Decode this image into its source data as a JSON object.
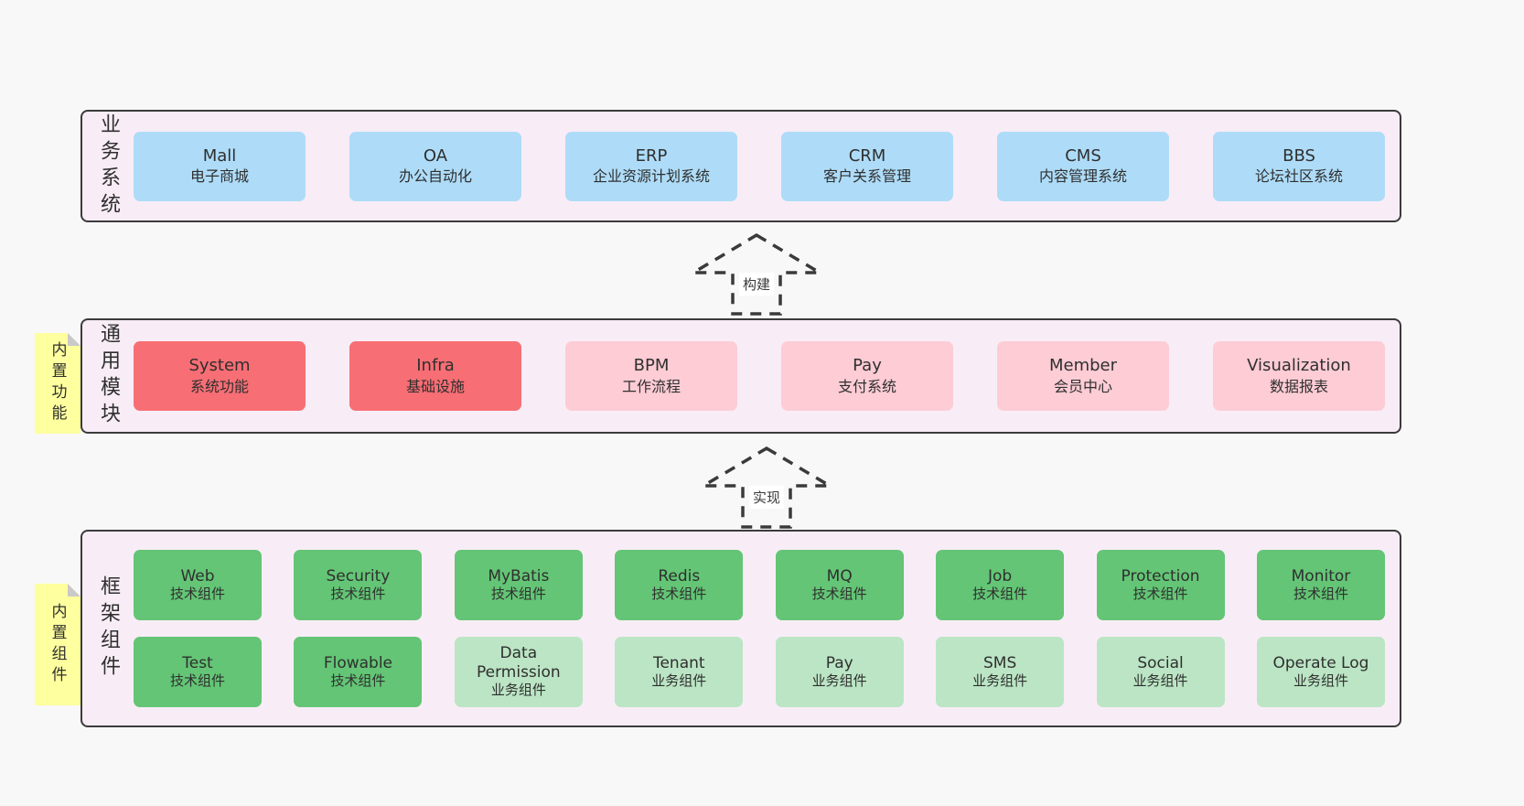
{
  "layers": {
    "business": {
      "side_label": "业务系统",
      "boxes": [
        {
          "title": "Mall",
          "subtitle": "电子商城"
        },
        {
          "title": "OA",
          "subtitle": "办公自动化"
        },
        {
          "title": "ERP",
          "subtitle": "企业资源计划系统"
        },
        {
          "title": "CRM",
          "subtitle": "客户关系管理"
        },
        {
          "title": "CMS",
          "subtitle": "内容管理系统"
        },
        {
          "title": "BBS",
          "subtitle": "论坛社区系统"
        }
      ]
    },
    "modules": {
      "side_label": "通用模块",
      "sticky_label": "内置功能",
      "boxes": [
        {
          "title": "System",
          "subtitle": "系统功能"
        },
        {
          "title": "Infra",
          "subtitle": "基础设施"
        },
        {
          "title": "BPM",
          "subtitle": "工作流程"
        },
        {
          "title": "Pay",
          "subtitle": "支付系统"
        },
        {
          "title": "Member",
          "subtitle": "会员中心"
        },
        {
          "title": "Visualization",
          "subtitle": "数据报表"
        }
      ]
    },
    "framework": {
      "side_label": "框架组件",
      "sticky_label": "内置组件",
      "row1": [
        {
          "title": "Web",
          "subtitle": "技术组件"
        },
        {
          "title": "Security",
          "subtitle": "技术组件"
        },
        {
          "title": "MyBatis",
          "subtitle": "技术组件"
        },
        {
          "title": "Redis",
          "subtitle": "技术组件"
        },
        {
          "title": "MQ",
          "subtitle": "技术组件"
        },
        {
          "title": "Job",
          "subtitle": "技术组件"
        },
        {
          "title": "Protection",
          "subtitle": "技术组件"
        },
        {
          "title": "Monitor",
          "subtitle": "技术组件"
        }
      ],
      "row2": [
        {
          "title": "Test",
          "subtitle": "技术组件"
        },
        {
          "title": "Flowable",
          "subtitle": "技术组件"
        },
        {
          "title": "Data Permission",
          "subtitle": "业务组件"
        },
        {
          "title": "Tenant",
          "subtitle": "业务组件"
        },
        {
          "title": "Pay",
          "subtitle": "业务组件"
        },
        {
          "title": "SMS",
          "subtitle": "业务组件"
        },
        {
          "title": "Social",
          "subtitle": "业务组件"
        },
        {
          "title": "Operate Log",
          "subtitle": "业务组件"
        }
      ]
    }
  },
  "arrows": [
    {
      "label": "构建"
    },
    {
      "label": "实现"
    }
  ],
  "colors": {
    "page_bg": "#f8f8f8",
    "container_bg": "#f8edf6",
    "container_border": "#3b3b3b",
    "blue_box": "#aedcf8",
    "red_box": "#f76e74",
    "pink_box": "#fdccd5",
    "green_dark_box": "#63c575",
    "green_light_box": "#bbe5c4",
    "sticky_bg": "#feff9e",
    "text": "#2f2f2f"
  }
}
